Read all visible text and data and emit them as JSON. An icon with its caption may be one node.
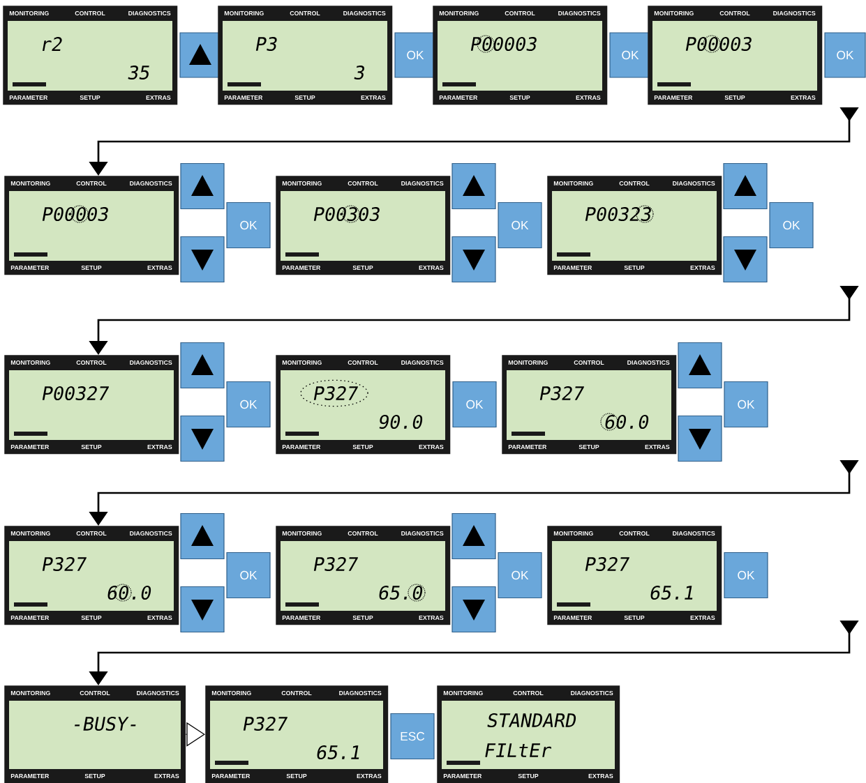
{
  "diagram": {
    "nodes": [
      {
        "text": [
          "MONITORING",
          "CONTROL",
          "DIAGNOSTICS",
          "r2",
          "35",
          "PARAMETER",
          "SETUP",
          "EXTRAS"
        ]
      },
      {
        "text": [],
        "shape": "box"
      },
      {
        "text": [
          "MONITORING",
          "CONTROL",
          "DIAGNOSTICS",
          "P3",
          "3",
          "PARAMETER",
          "SETUP",
          "EXTRAS"
        ]
      },
      {
        "text": [
          "OK"
        ]
      },
      {
        "text": [
          "MONITORING",
          "CONTROL",
          "DIAGNOSTICS",
          "P00003",
          "PARAMETER",
          "SETUP",
          "EXTRAS"
        ]
      },
      {
        "text": [
          "OK"
        ]
      },
      {
        "text": [
          "MONITORING",
          "CONTROL",
          "DIAGNOSTICS",
          "P00003",
          "PARAMETER",
          "SETUP",
          "EXTRAS"
        ]
      },
      {
        "text": [
          "OK"
        ]
      },
      {
        "text": [
          "MONITORING",
          "CONTROL",
          "DIAGNOSTICS",
          "P00003",
          "PARAMETER",
          "SETUP",
          "EXTRAS"
        ]
      },
      {
        "text": [],
        "shape": "box"
      },
      {
        "text": [],
        "shape": "box"
      },
      {
        "text": [
          "OK"
        ]
      },
      {
        "text": [
          "MONITORING",
          "CONTROL",
          "DIAGNOSTICS",
          "P00303",
          "PARAMETER",
          "SETUP",
          "EXTRAS"
        ]
      },
      {
        "text": [],
        "shape": "box"
      },
      {
        "text": [],
        "shape": "box"
      },
      {
        "text": [
          "OK"
        ]
      },
      {
        "text": [
          "MONITORING",
          "CONTROL",
          "DIAGNOSTICS",
          "P00323",
          "PARAMETER",
          "SETUP",
          "EXTRAS"
        ]
      },
      {
        "text": [],
        "shape": "box"
      },
      {
        "text": [],
        "shape": "box"
      },
      {
        "text": [
          "OK"
        ]
      },
      {
        "text": [
          "MONITORING",
          "CONTROL",
          "DIAGNOSTICS",
          "P00327",
          "PARAMETER",
          "SETUP",
          "EXTRAS"
        ]
      },
      {
        "text": [],
        "shape": "box"
      },
      {
        "text": [],
        "shape": "box"
      },
      {
        "text": [
          "OK"
        ]
      },
      {
        "text": [
          "MONITORING",
          "CONTROL",
          "DIAGNOSTICS",
          "P327",
          "90.0",
          "PARAMETER",
          "SETUP",
          "EXTRAS"
        ]
      },
      {
        "text": [
          "OK"
        ]
      },
      {
        "text": [
          "MONITORING",
          "CONTROL",
          "DIAGNOSTICS",
          "P327",
          "60.0",
          "PARAMETER",
          "SETUP",
          "EXTRAS"
        ]
      },
      {
        "text": [],
        "shape": "box"
      },
      {
        "text": [],
        "shape": "box"
      },
      {
        "text": [
          "OK"
        ]
      },
      {
        "text": [
          "MONITORING",
          "CONTROL",
          "DIAGNOSTICS",
          "P327",
          "60.0",
          "PARAMETER",
          "SETUP",
          "EXTRAS"
        ]
      },
      {
        "text": [],
        "shape": "box"
      },
      {
        "text": [],
        "shape": "box"
      },
      {
        "text": [
          "OK"
        ]
      },
      {
        "text": [
          "MONITORING",
          "CONTROL",
          "DIAGNOSTICS",
          "P327",
          "65.0",
          "PARAMETER",
          "SETUP",
          "EXTRAS"
        ]
      },
      {
        "text": [],
        "shape": "box"
      },
      {
        "text": [],
        "shape": "box"
      },
      {
        "text": [
          "OK"
        ]
      },
      {
        "text": [
          "MONITORING",
          "CONTROL",
          "DIAGNOSTICS",
          "P327",
          "65.1",
          "PARAMETER",
          "SETUP",
          "EXTRAS"
        ]
      },
      {
        "text": [
          "OK"
        ]
      },
      {
        "text": [
          "MONITORING",
          "CONTROL",
          "DIAGNOSTICS",
          "-BUSY-",
          "PARAMETER",
          "SETUP",
          "EXTRAS"
        ]
      },
      {
        "text": [
          "MONITORING",
          "CONTROL",
          "DIAGNOSTICS",
          "P327",
          "65.1",
          "PARAMETER",
          "SETUP",
          "EXTRAS"
        ]
      },
      {
        "text": [
          "ESC"
        ]
      },
      {
        "text": [
          "MONITORING",
          "CONTROL",
          "DIAGNOSTICS",
          "STANDARD",
          "FILtEr",
          "PARAMETER",
          "SETUP",
          "EXTRAS"
        ]
      }
    ],
    "edges": [
      {
        "from": null,
        "to": 8,
        "arrow": "to"
      },
      {
        "from": null,
        "to": 20,
        "arrow": "to"
      },
      {
        "from": null,
        "to": 30,
        "arrow": "to"
      },
      {
        "from": null,
        "to": 40,
        "arrow": "to"
      },
      {
        "from": 40,
        "to": 41,
        "arrow": "to"
      }
    ]
  }
}
